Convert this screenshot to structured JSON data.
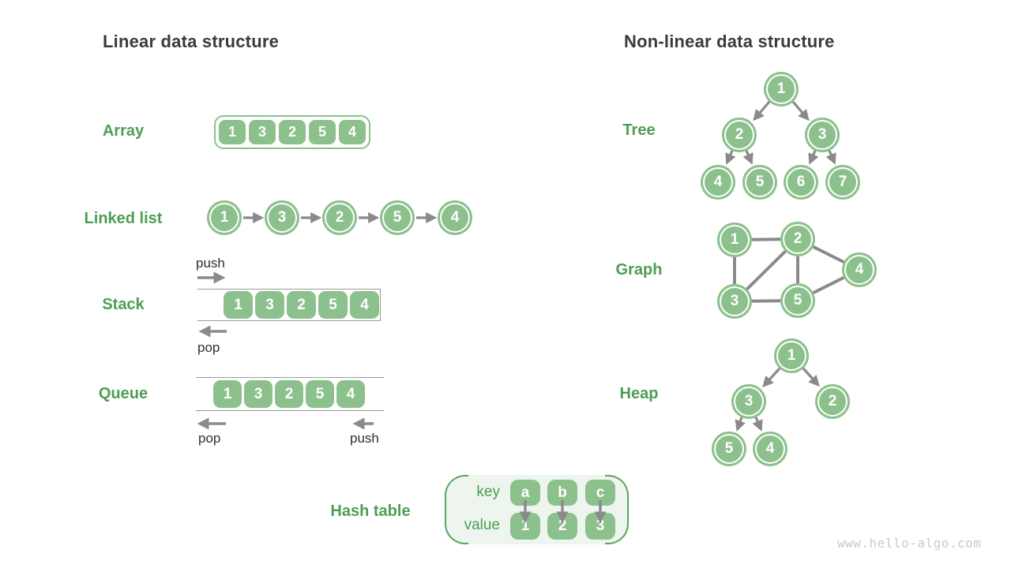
{
  "titles": {
    "linear": "Linear data structure",
    "nonlinear": "Non-linear data structure"
  },
  "watermark": "www.hello-algo.com",
  "colors": {
    "node_green": "#8cc08c",
    "label_green": "#4d9e53",
    "arrow_gray": "#8a8a8a",
    "container_line_gray": "#9b9b9b",
    "hash_fill": "#edf5ee",
    "bracket_green": "#5ea55e",
    "title_ink": "#3b3b3b"
  },
  "linear": {
    "array": {
      "label": "Array",
      "values": [
        "1",
        "3",
        "2",
        "5",
        "4"
      ]
    },
    "linked_list": {
      "label": "Linked list",
      "values": [
        "1",
        "3",
        "2",
        "5",
        "4"
      ]
    },
    "stack": {
      "label": "Stack",
      "values": [
        "1",
        "3",
        "2",
        "5",
        "4"
      ],
      "push_label": "push",
      "pop_label": "pop"
    },
    "queue": {
      "label": "Queue",
      "values": [
        "1",
        "3",
        "2",
        "5",
        "4"
      ],
      "pop_label": "pop",
      "push_label": "push"
    },
    "hash_table": {
      "label": "Hash table",
      "key_label": "key",
      "value_label": "value",
      "keys": [
        "a",
        "b",
        "c"
      ],
      "values": [
        "1",
        "2",
        "3"
      ]
    }
  },
  "nonlinear": {
    "tree": {
      "label": "Tree",
      "nodes": [
        "1",
        "2",
        "3",
        "4",
        "5",
        "6",
        "7"
      ]
    },
    "graph": {
      "label": "Graph",
      "nodes": [
        "1",
        "2",
        "3",
        "4",
        "5"
      ]
    },
    "heap": {
      "label": "Heap",
      "nodes": [
        "1",
        "3",
        "2",
        "5",
        "4"
      ]
    }
  }
}
